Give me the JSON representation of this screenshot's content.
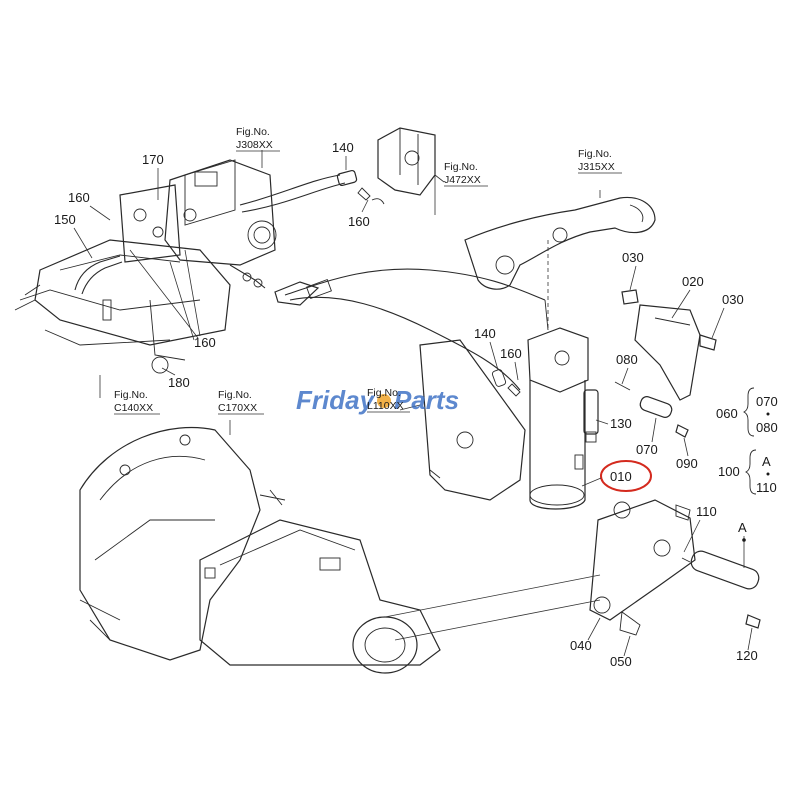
{
  "watermark": {
    "text_1": "Friday",
    "text_2": "Parts",
    "color_primary": "#3a6fc4",
    "color_accent": "#f0a020"
  },
  "highlight": {
    "color": "#d42a1e",
    "part": "010"
  },
  "figure_refs": [
    {
      "prefix": "Fig.No.",
      "code": "J308XX"
    },
    {
      "prefix": "Fig.No.",
      "code": "J472XX"
    },
    {
      "prefix": "Fig.No.",
      "code": "J315XX"
    },
    {
      "prefix": "Fig.No.",
      "code": "C140XX"
    },
    {
      "prefix": "Fig.No.",
      "code": "C170XX"
    },
    {
      "prefix": "Fig.No.",
      "code": "L110XX"
    }
  ],
  "parts": {
    "p010": "010",
    "p020": "020",
    "p030a": "030",
    "p030b": "030",
    "p040": "040",
    "p050": "050",
    "p070": "070",
    "p080": "080",
    "p090": "090",
    "p110": "110",
    "p120": "120",
    "p130": "130",
    "p140a": "140",
    "p140b": "140",
    "p150": "150",
    "p160a": "160",
    "p160b": "160",
    "p160c": "160",
    "p160d": "160",
    "p170": "170",
    "p180": "180",
    "callout_A": "A"
  },
  "groups": {
    "g060": {
      "label": "060",
      "items": [
        "070",
        "080"
      ]
    },
    "g100": {
      "label": "100",
      "items": [
        "A",
        "110"
      ]
    }
  }
}
